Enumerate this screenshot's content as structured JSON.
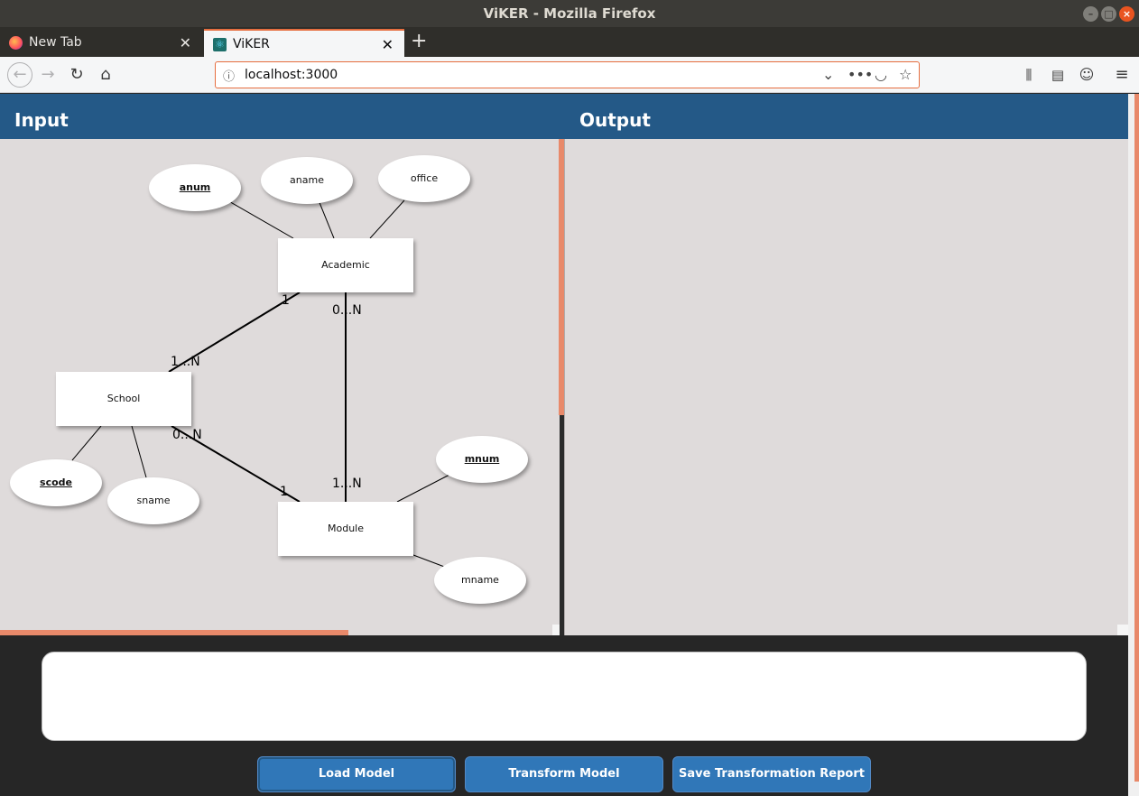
{
  "window": {
    "title": "ViKER - Mozilla Firefox"
  },
  "tabs": [
    {
      "label": "New Tab"
    },
    {
      "label": "ViKER"
    }
  ],
  "address": {
    "url": "localhost:3000"
  },
  "panels": {
    "input_title": "Input",
    "output_title": "Output"
  },
  "diagram": {
    "entities": {
      "academic": "Academic",
      "school": "School",
      "module": "Module"
    },
    "attributes": {
      "anum": "anum",
      "aname": "aname",
      "office": "office",
      "scode": "scode",
      "sname": "sname",
      "mnum": "mnum",
      "mname": "mname"
    },
    "cardinalities": {
      "academic_school": "1",
      "school_academic": "1...N",
      "academic_module": "0...N",
      "module_academic": "1...N",
      "school_module": "0...N",
      "module_school": "1"
    }
  },
  "buttons": {
    "load": "Load Model",
    "transform": "Transform Model",
    "save": "Save Transformation Report"
  },
  "report": {
    "value": ""
  }
}
